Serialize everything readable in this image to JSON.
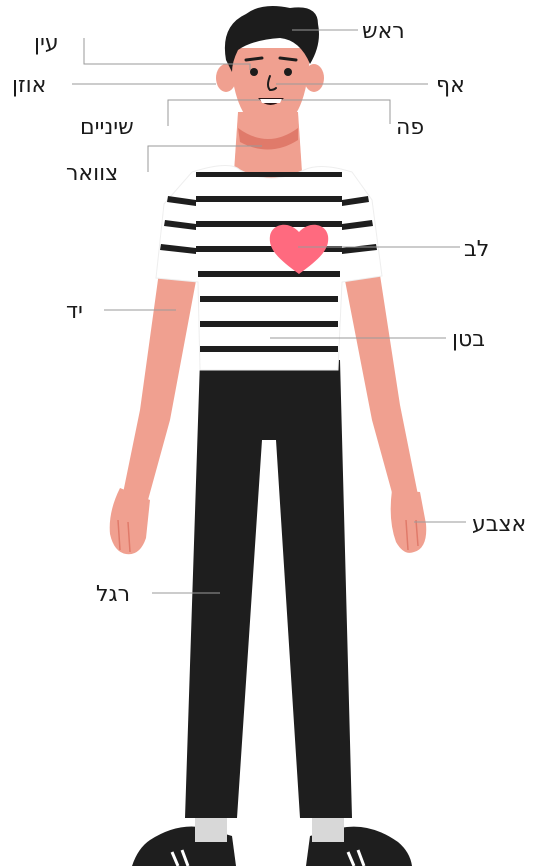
{
  "labels": {
    "head": "ראש",
    "eye": "עין",
    "ear": "אוזן",
    "nose": "אף",
    "teeth": "שיניים",
    "mouth": "פה",
    "neck": "צוואר",
    "heart": "לב",
    "hand": "יד",
    "belly": "בטן",
    "finger": "אצבע",
    "leg": "רגל"
  },
  "colors": {
    "skin": "#f0a090",
    "skin_shade": "#e07a6a",
    "hair": "#1c1c1c",
    "stripe": "#1e1e1e",
    "shirt": "#ffffff",
    "heart": "#ff6a7f",
    "pants": "#1e1e1e",
    "sock": "#d8d8d8",
    "leader": "#9a9a9a"
  }
}
